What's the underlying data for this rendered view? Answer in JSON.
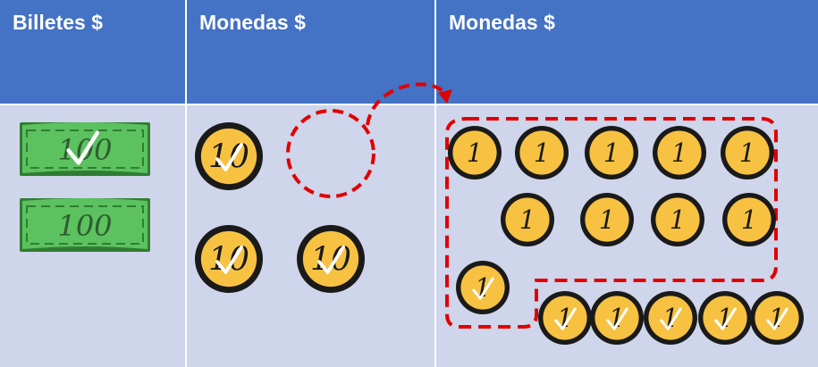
{
  "columns": [
    {
      "header": "Billetes $"
    },
    {
      "header": "Monedas $"
    },
    {
      "header": "Monedas $"
    }
  ],
  "bill_label": "100",
  "coin10_label": "10",
  "coin1_label": "1",
  "colors": {
    "header_bg": "#4472C4",
    "cell_bg": "#CFD5EA",
    "bill_green": "#5CC15F",
    "coin_gold": "#F7C242",
    "dash_red": "#E00000",
    "check": "#FFFFFF"
  },
  "bills": [
    {
      "label": "100",
      "checked": true
    },
    {
      "label": "100",
      "checked": false
    }
  ],
  "coins_ten": [
    {
      "label": "10",
      "checked": true
    },
    {
      "label": "10",
      "checked": true
    },
    {
      "label": "10",
      "checked": true
    }
  ],
  "coins_one": [
    {
      "label": "1",
      "checked": false
    },
    {
      "label": "1",
      "checked": false
    },
    {
      "label": "1",
      "checked": false
    },
    {
      "label": "1",
      "checked": false
    },
    {
      "label": "1",
      "checked": false
    },
    {
      "label": "1",
      "checked": false
    },
    {
      "label": "1",
      "checked": false
    },
    {
      "label": "1",
      "checked": false
    },
    {
      "label": "1",
      "checked": false
    },
    {
      "label": "1",
      "checked": true
    },
    {
      "label": "1",
      "checked": true
    },
    {
      "label": "1",
      "checked": true
    },
    {
      "label": "1",
      "checked": true
    },
    {
      "label": "1",
      "checked": true
    },
    {
      "label": "1",
      "checked": true
    }
  ]
}
